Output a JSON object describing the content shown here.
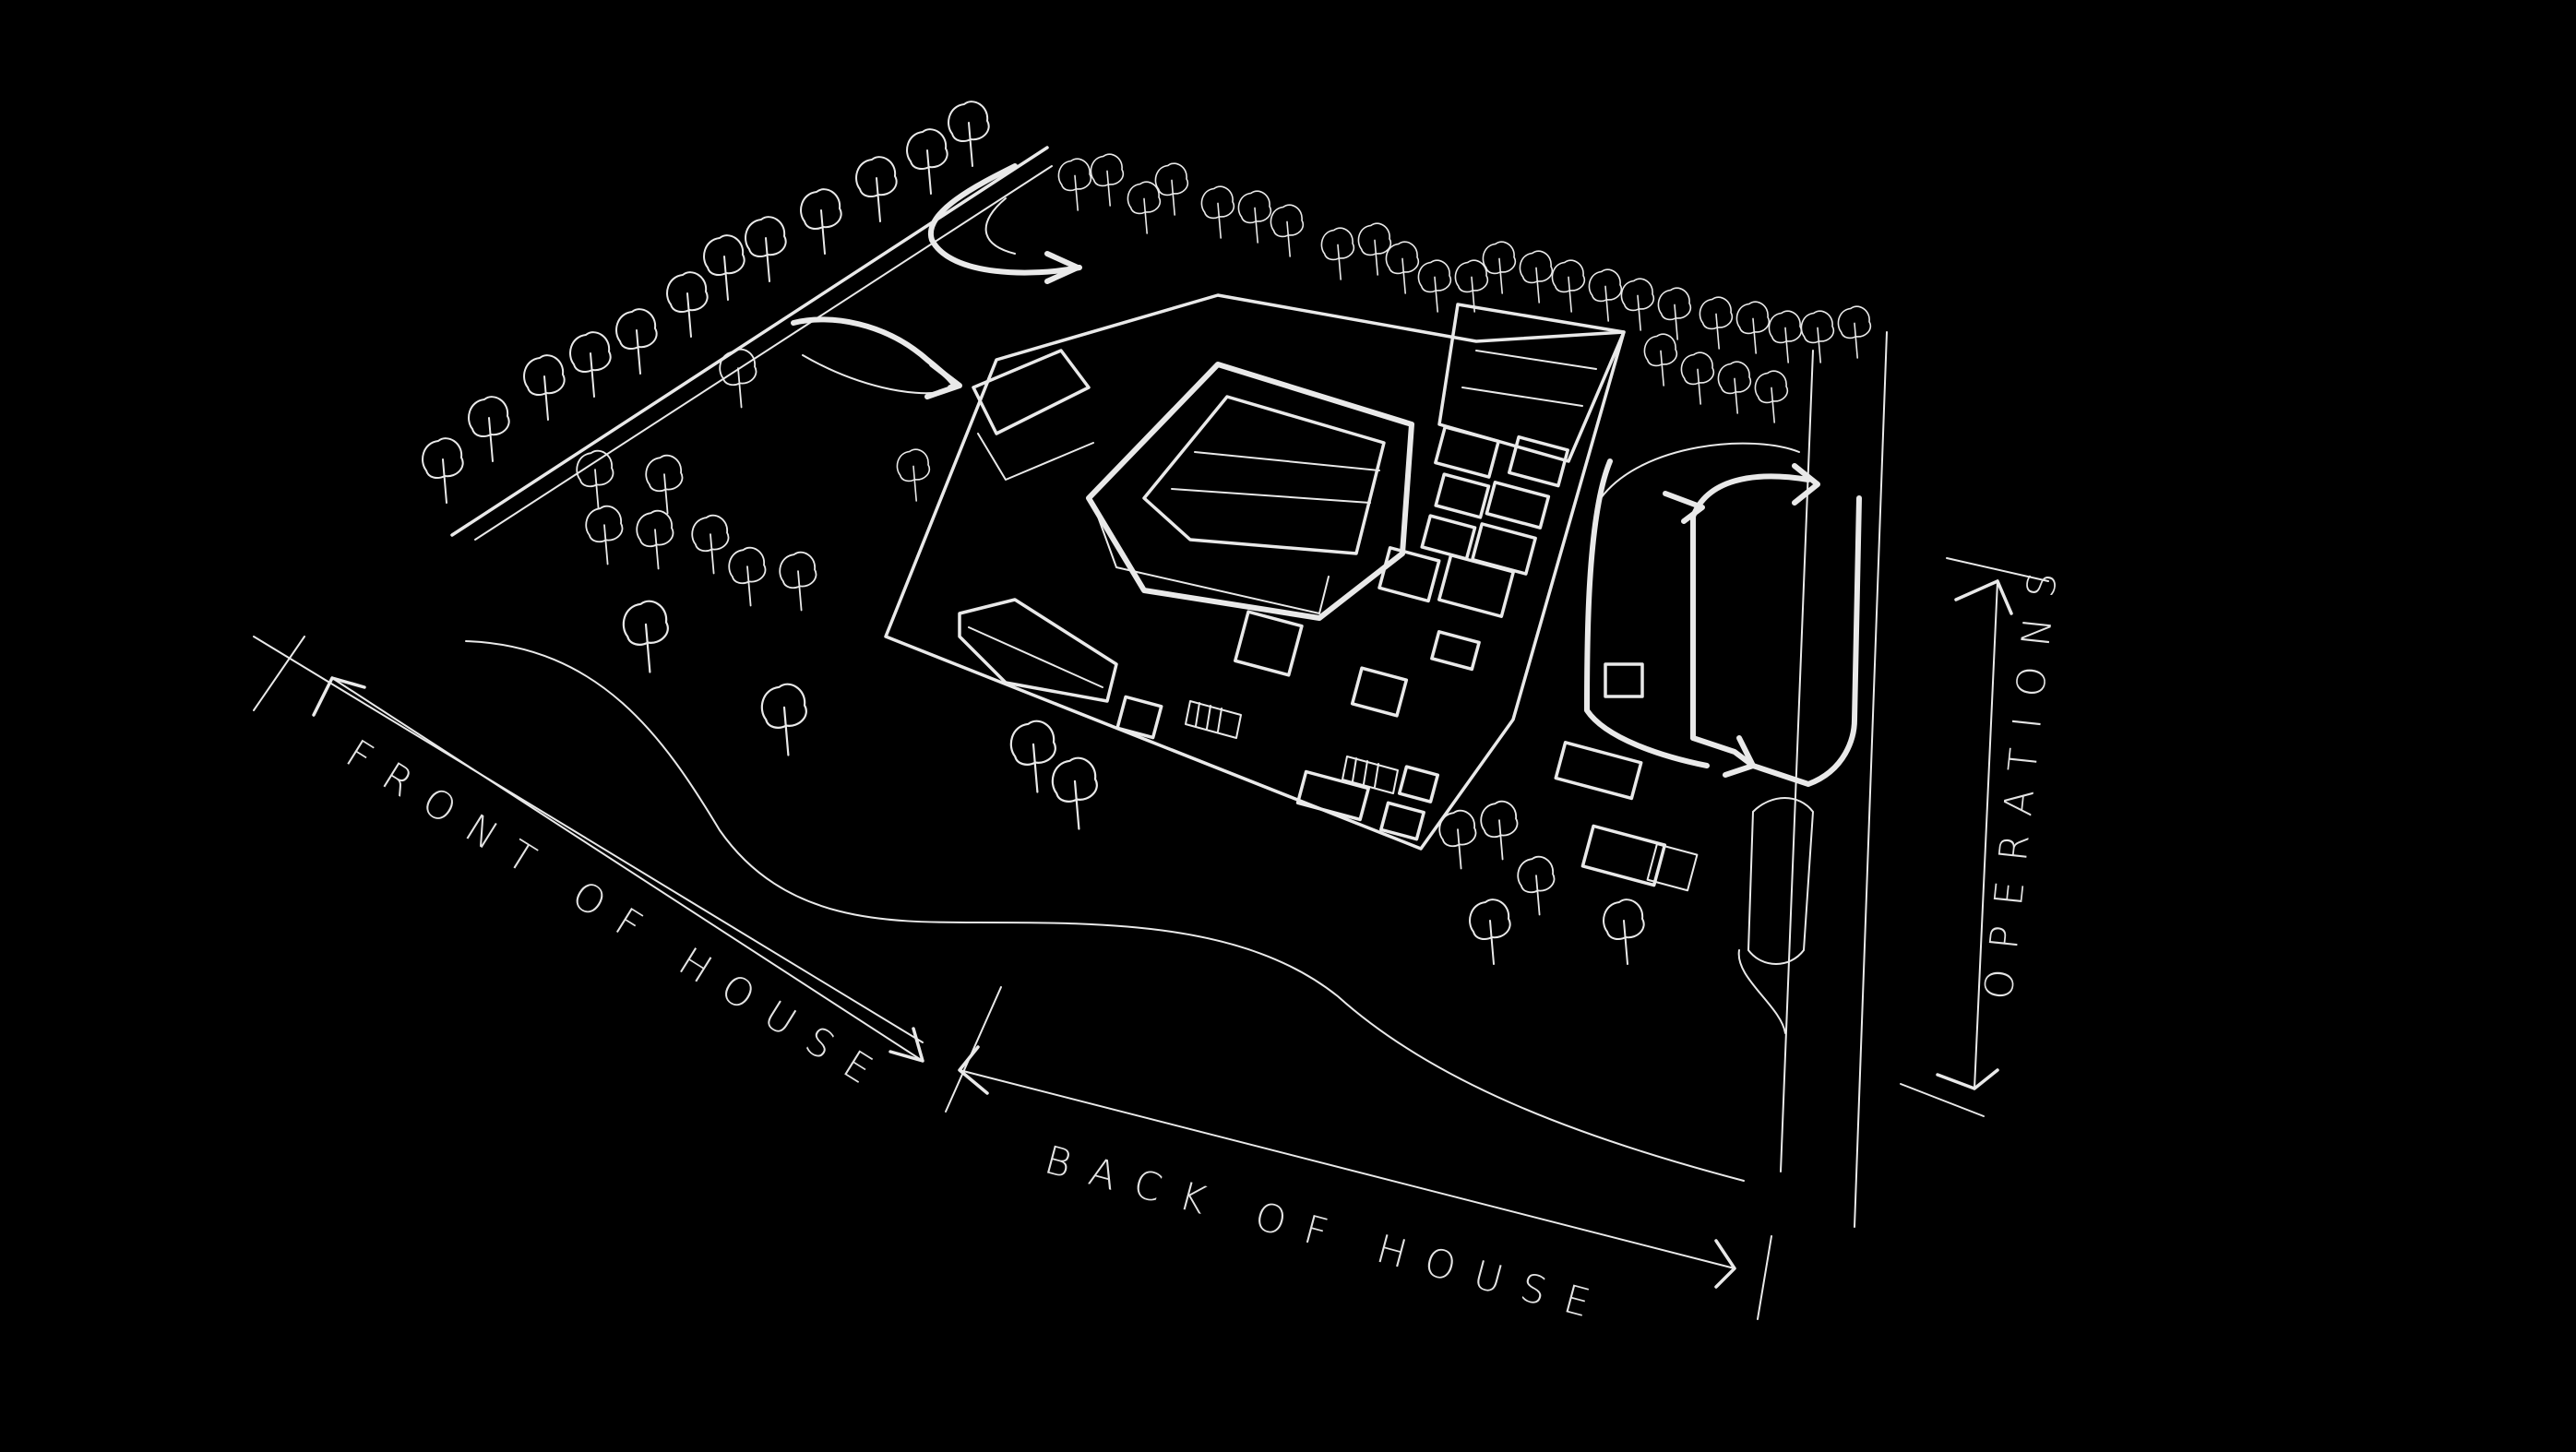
{
  "zones": [
    {
      "id": "front",
      "label": "FRONT OF HOUSE"
    },
    {
      "id": "back",
      "label": "BACK OF HOUSE"
    },
    {
      "id": "ops",
      "label": "OPERATIONS"
    }
  ],
  "colors": {
    "background": "#000000",
    "ink": "#e9e9e9"
  }
}
